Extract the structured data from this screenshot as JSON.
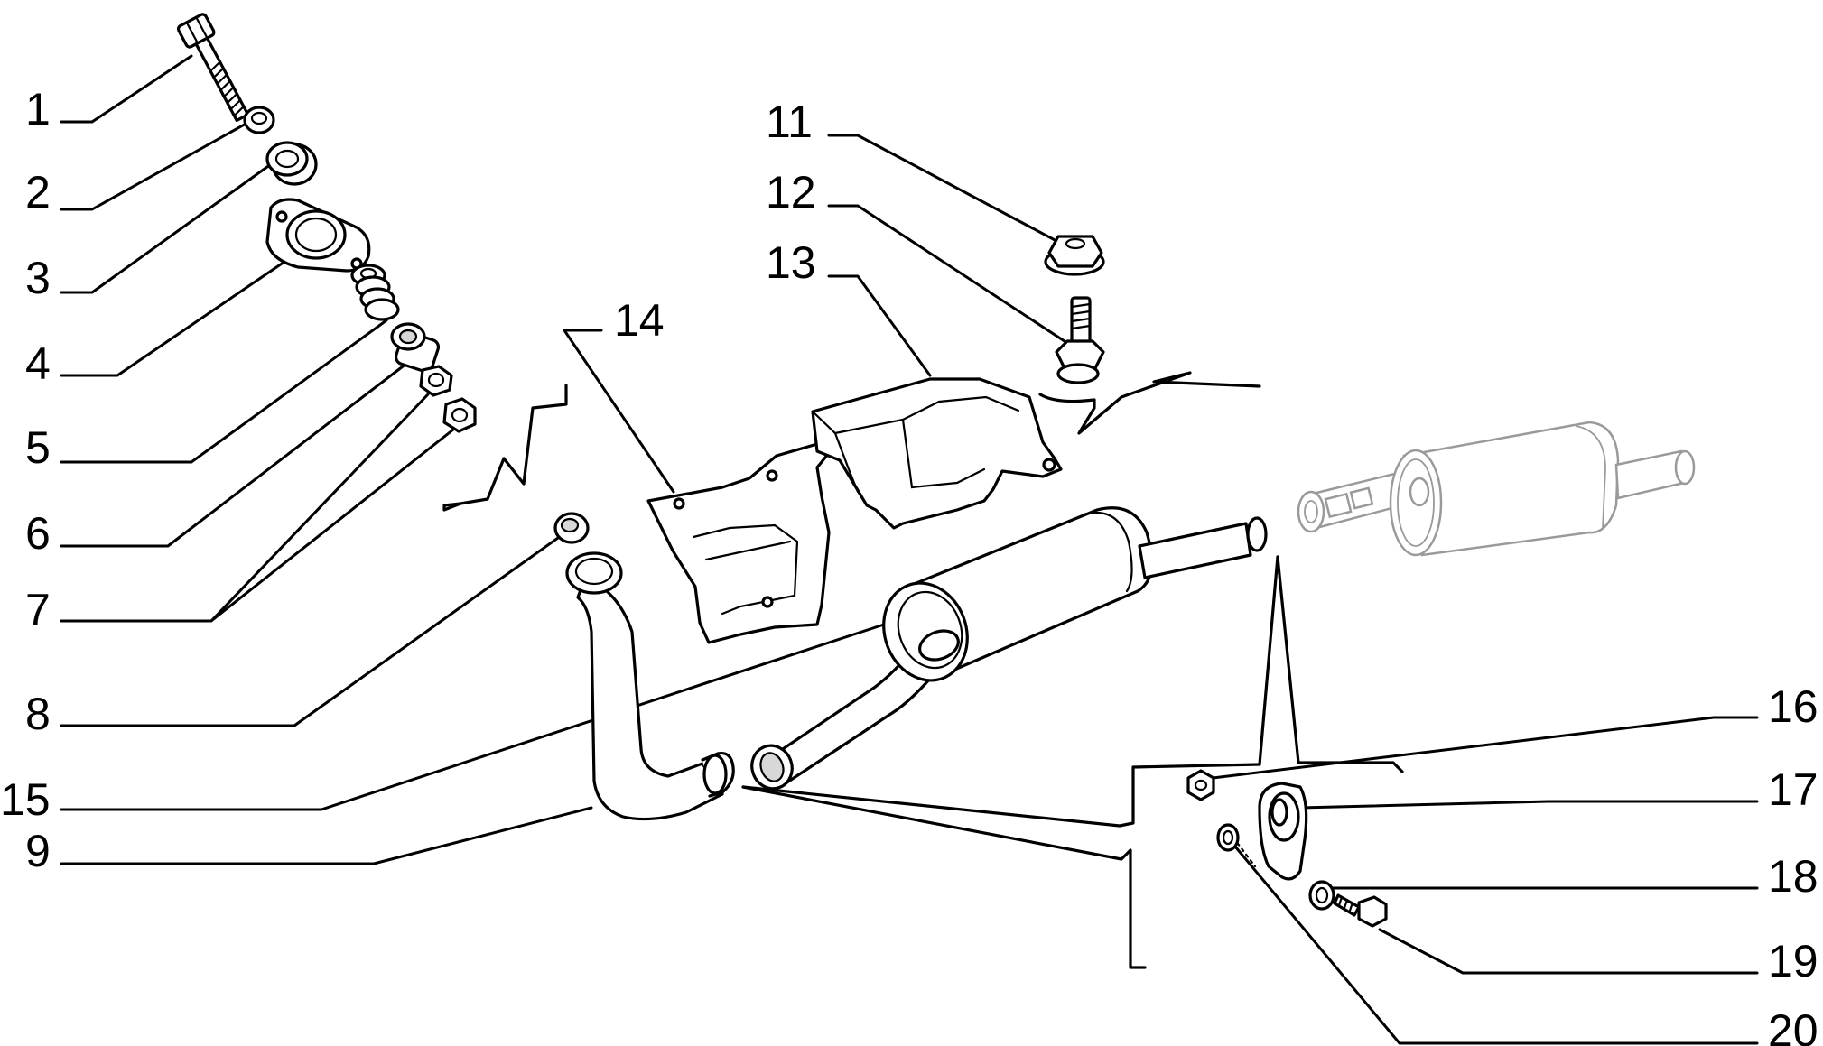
{
  "diagram": {
    "callouts": [
      "1",
      "2",
      "3",
      "4",
      "5",
      "6",
      "7",
      "8",
      "9",
      "11",
      "12",
      "13",
      "14",
      "15",
      "16",
      "17",
      "18",
      "19",
      "20"
    ]
  },
  "parts": [
    {
      "name": "bolt-long"
    },
    {
      "name": "washer-small"
    },
    {
      "name": "bushing"
    },
    {
      "name": "flange-gasket"
    },
    {
      "name": "spring"
    },
    {
      "name": "spacer"
    },
    {
      "name": "nut"
    },
    {
      "name": "ring-seal"
    },
    {
      "name": "front-pipe"
    },
    {
      "name": "nut-flanged"
    },
    {
      "name": "stud-bolt"
    },
    {
      "name": "heat-shield-rear"
    },
    {
      "name": "heat-shield-front"
    },
    {
      "name": "center-silencer"
    },
    {
      "name": "rubber-mount"
    },
    {
      "name": "rear-silencer-ghost"
    }
  ]
}
